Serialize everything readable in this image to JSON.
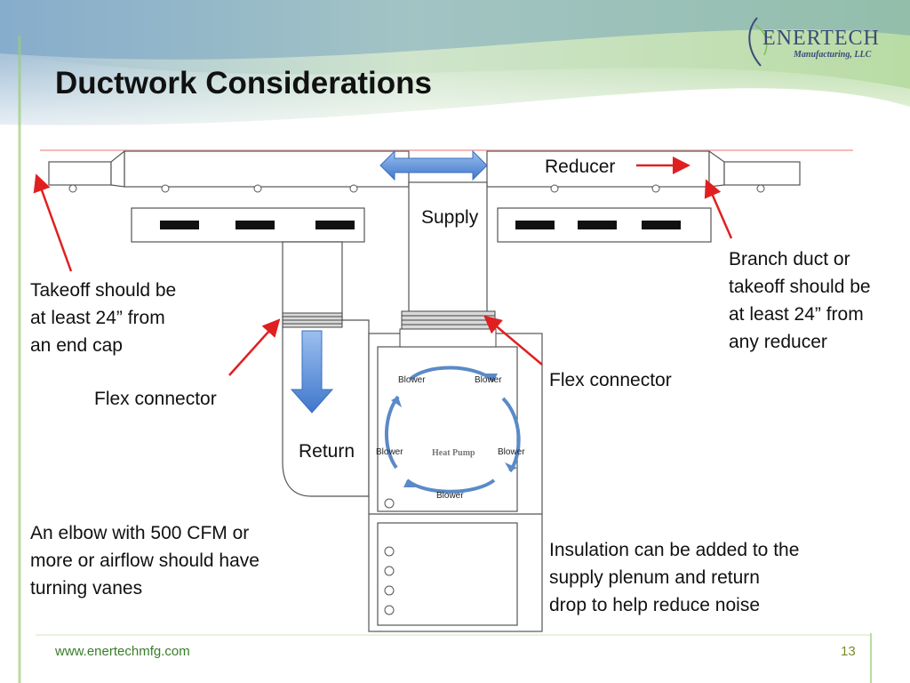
{
  "slide": {
    "title": "Ductwork Considerations",
    "logo": {
      "name": "ENERTECH",
      "tagline": "Manufacturing, LLC"
    },
    "footer": {
      "url": "www.enertechmfg.com",
      "page_number": "13"
    }
  },
  "diagram": {
    "labels": {
      "reducer": "Reducer",
      "supply": "Supply",
      "return": "Return",
      "flex_left": "Flex connector",
      "flex_right": "Flex connector",
      "heat_pump": "Heat Pump",
      "blower": "Blower"
    },
    "notes": {
      "takeoff": "Takeoff should be\nat least 24” from\nan end cap",
      "branch": "Branch duct or\ntakeoff should be\nat least 24” from\nany reducer",
      "elbow": "An elbow with 500 CFM or\nmore or airflow should have\nturning vanes",
      "insulation": "Insulation can be added to the\nsupply plenum and return\ndrop to help reduce noise"
    },
    "colors": {
      "arrow_red": "#e02020",
      "flow_blue": "#5b8fd8",
      "duct_stroke": "#555555",
      "cycle_blue": "#5a8ac8"
    }
  }
}
